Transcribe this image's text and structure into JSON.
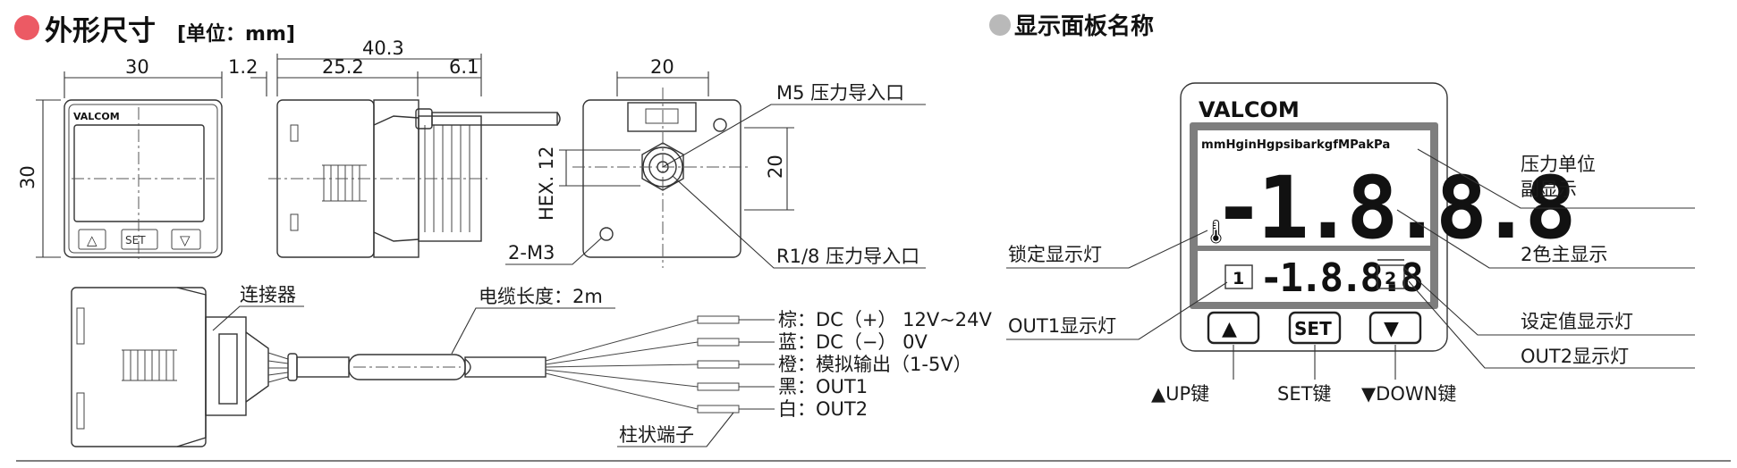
{
  "headers": {
    "outline_title": "外形尺寸",
    "outline_unit": "[单位：mm]",
    "panel_title": "显示面板名称"
  },
  "colors": {
    "outline_dot": "#ec5a64",
    "panel_dot": "#b9b9b9",
    "lcd_frame": "#7e7e7e",
    "lcd_bg": "#ffffff"
  },
  "dimensions": {
    "front_width": "30",
    "front_height": "30",
    "side_total": "40.3",
    "side_gap": "1.2",
    "side_body": "25.2",
    "side_port": "6.1",
    "rear_width": "20",
    "rear_height": "20",
    "hex": "HEX. 12",
    "m5_port": "M5 压力导入口",
    "r18_port": "R1/8 压力导入口",
    "screws": "2-M3"
  },
  "cable": {
    "connector": "连接器",
    "length": "电缆长度：2m",
    "wires": [
      "棕：DC（+） 12V~24V",
      "蓝：DC（−） 0V",
      "橙：模拟输出（1-5V）",
      "黑：OUT1",
      "白：OUT2"
    ],
    "terminal": "柱状端子"
  },
  "device": {
    "brand": "VALCOM",
    "units": "mmHginHgpsibarkgfMPakPa",
    "main_display": "-1.8.8.8",
    "sub_display": "-1.8.8.8",
    "out1_box": "1",
    "out2_box": "2",
    "set_label": "SET",
    "up_symbol": "▲",
    "down_symbol": "▼"
  },
  "callouts": {
    "pressure_unit_line1": "压力单位",
    "pressure_unit_line2": "副显示",
    "lock_lamp": "锁定显示灯",
    "main_display": "2色主显示",
    "out1_lamp": "OUT1显示灯",
    "setpoint_lamp": "设定值显示灯",
    "out2_lamp": "OUT2显示灯",
    "up_key": "▲UP键",
    "set_key": "SET键",
    "down_key": "▼DOWN键"
  }
}
